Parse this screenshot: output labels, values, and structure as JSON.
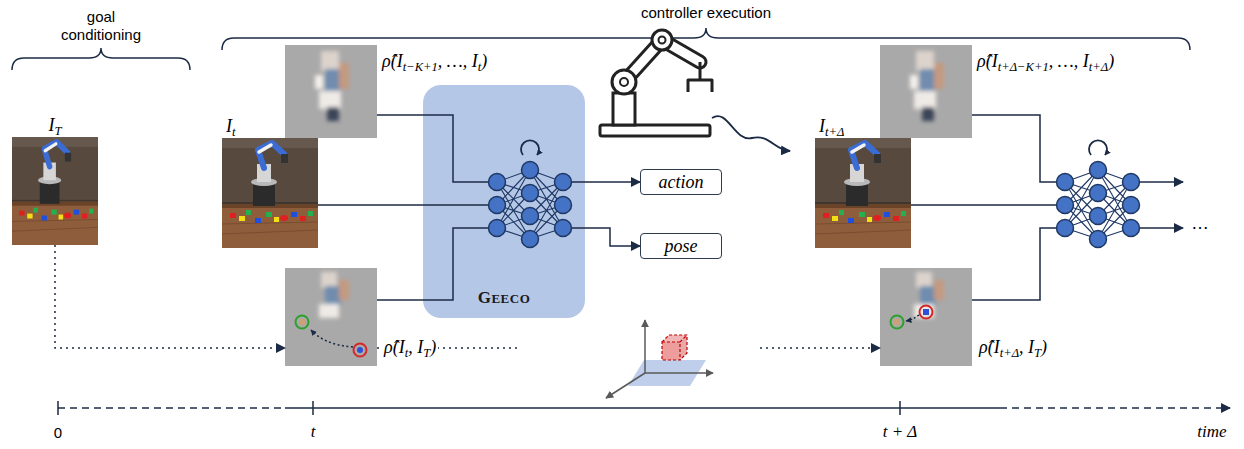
{
  "diagram": {
    "nodes": [
      {
        "text": [
          "IT"
        ]
      },
      {
        "text": [
          "ρ̂(It−K+1, …, It)"
        ]
      },
      {
        "text": [
          "It"
        ]
      },
      {
        "text": [
          "ρ̂(It, IT)"
        ]
      },
      {
        "text": [
          "GEECO"
        ]
      },
      {
        "text": [
          "action"
        ]
      },
      {
        "text": [
          "pose"
        ]
      },
      {
        "text": [
          "ρ̂(It+Δ−K+1, …, It+Δ)"
        ]
      },
      {
        "text": [
          "It+Δ"
        ]
      },
      {
        "text": [
          "ρ̂(It+Δ, IT)"
        ]
      }
    ],
    "edges": [
      {
        "from": 0,
        "to": 3,
        "arrow": "to"
      },
      {
        "from": 1,
        "to": 4,
        "arrow": "none"
      },
      {
        "from": 2,
        "to": 4,
        "arrow": "none"
      },
      {
        "from": 3,
        "to": 4,
        "arrow": "none"
      },
      {
        "from": 4,
        "to": 5,
        "arrow": "to"
      },
      {
        "from": 4,
        "to": 6,
        "arrow": "to"
      },
      {
        "from": 3,
        "to": 9,
        "arrow": "to"
      }
    ],
    "labels": [
      "goal conditioning",
      "controller execution",
      "0",
      "t",
      "t + Δ",
      "time",
      "…"
    ]
  }
}
